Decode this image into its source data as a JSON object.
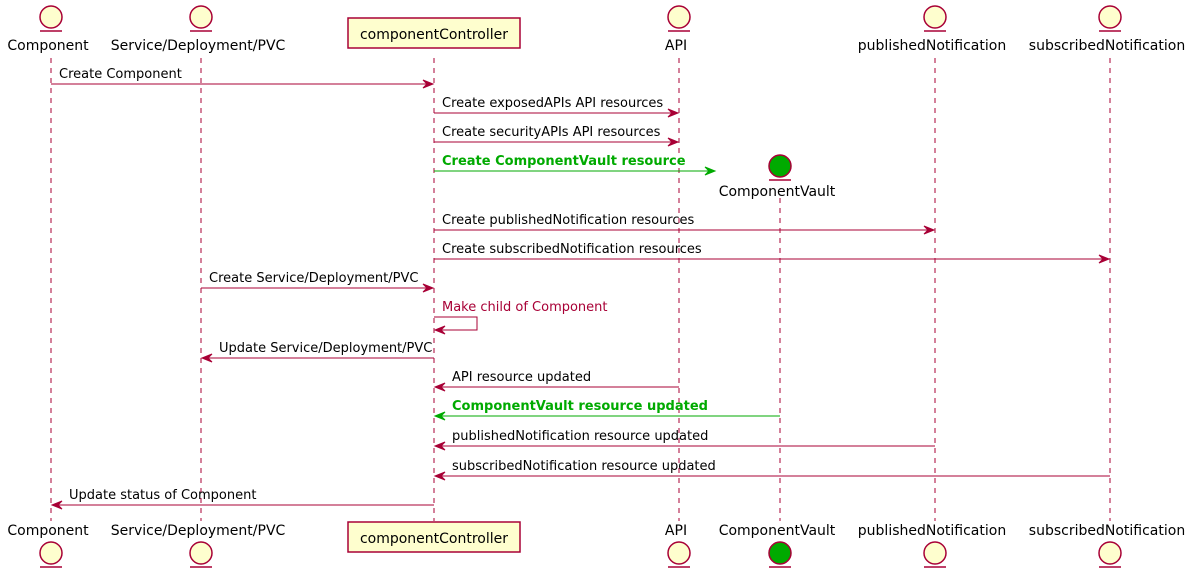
{
  "colors": {
    "line": "#A80036",
    "actor_fill": "#FEFECE",
    "highlight": "#00AA00",
    "highlight_fill": "#00AA00",
    "lifeline": "#A80036"
  },
  "participants": [
    {
      "id": "component",
      "label": "Component",
      "kind": "entity"
    },
    {
      "id": "svc",
      "label": "Service/Deployment/PVC",
      "kind": "entity"
    },
    {
      "id": "ctrl",
      "label": "componentController",
      "kind": "box"
    },
    {
      "id": "api",
      "label": "API",
      "kind": "entity"
    },
    {
      "id": "vault",
      "label": "ComponentVault",
      "kind": "entity",
      "highlight": true,
      "created_late": true
    },
    {
      "id": "pub",
      "label": "publishedNotification",
      "kind": "entity"
    },
    {
      "id": "sub",
      "label": "subscribedNotification",
      "kind": "entity"
    }
  ],
  "messages": [
    {
      "from": "component",
      "to": "ctrl",
      "label": "Create Component"
    },
    {
      "from": "ctrl",
      "to": "api",
      "label": "Create exposedAPIs API resources"
    },
    {
      "from": "ctrl",
      "to": "api",
      "label": "Create securityAPIs API resources"
    },
    {
      "from": "ctrl",
      "to": "vault",
      "label": "Create ComponentVault resource",
      "highlight": true,
      "create": true
    },
    {
      "from": "ctrl",
      "to": "pub",
      "label": "Create publishedNotification resources"
    },
    {
      "from": "ctrl",
      "to": "sub",
      "label": "Create subscribedNotification resources"
    },
    {
      "from": "svc",
      "to": "ctrl",
      "label": "Create Service/Deployment/PVC"
    },
    {
      "from": "ctrl",
      "to": "ctrl",
      "label": "Make child of Component",
      "self": true
    },
    {
      "from": "ctrl",
      "to": "svc",
      "label": "Update Service/Deployment/PVC"
    },
    {
      "from": "api",
      "to": "ctrl",
      "label": "API resource updated"
    },
    {
      "from": "vault",
      "to": "ctrl",
      "label": "ComponentVault resource updated",
      "highlight": true
    },
    {
      "from": "pub",
      "to": "ctrl",
      "label": "publishedNotification resource updated"
    },
    {
      "from": "sub",
      "to": "ctrl",
      "label": "subscribedNotification resource updated"
    },
    {
      "from": "ctrl",
      "to": "component",
      "label": "Update status of Component"
    }
  ]
}
